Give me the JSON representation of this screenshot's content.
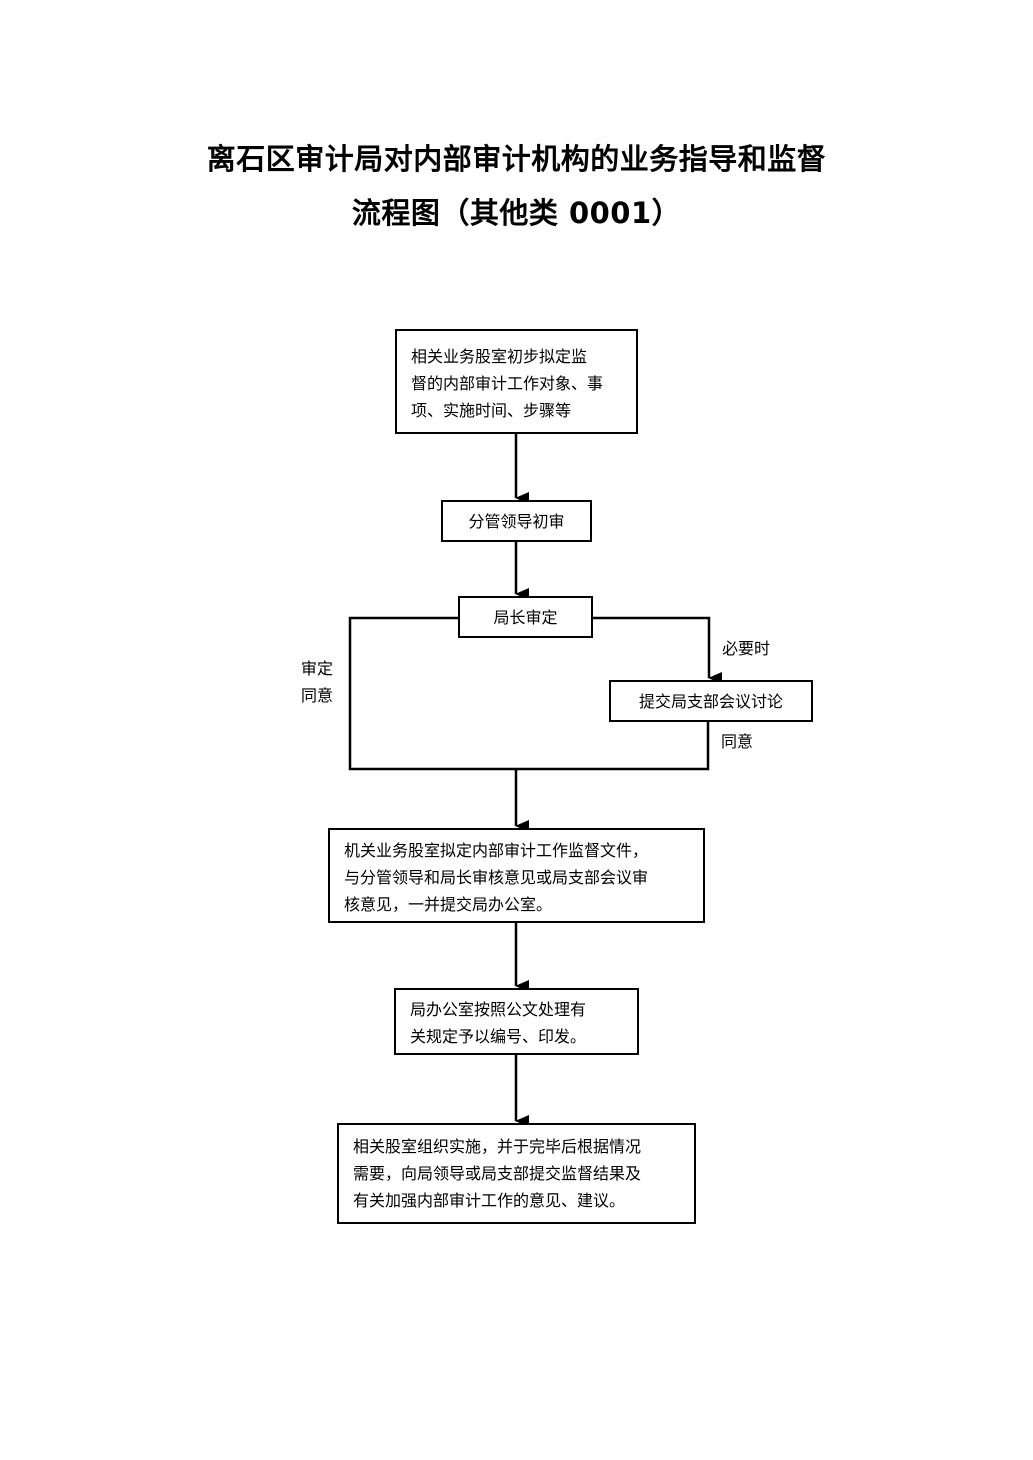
{
  "title": {
    "line1": "离石区审计局对内部审计机构的业务指导和监督",
    "line2": "流程图（其他类 0001）"
  },
  "steps": {
    "draft": {
      "lines": [
        "相关业务股室初步拟定监",
        "督的内部审计工作对象、事",
        "项、实施时间、步骤等"
      ]
    },
    "preliminary_review": {
      "label": "分管领导初审"
    },
    "director_approval": {
      "label": "局长审定"
    },
    "branch_meeting": {
      "label": "提交局支部会议讨论"
    },
    "draft_document": {
      "lines": [
        "机关业务股室拟定内部审计工作监督文件，",
        "与分管领导和局长审核意见或局支部会议审",
        "核意见，一并提交局办公室。"
      ]
    },
    "issue": {
      "lines": [
        "局办公室按照公文处理有",
        "关规定予以编号、印发。"
      ]
    },
    "implement": {
      "lines": [
        "相关股室组织实施，并于完毕后根据情况",
        "需要，向局领导或局支部提交监督结果及",
        "有关加强内部审计工作的意见、建议。"
      ]
    }
  },
  "edge_labels": {
    "when_necessary": "必要时",
    "approved": [
      "审定",
      "同意"
    ],
    "agreed": "同意"
  }
}
